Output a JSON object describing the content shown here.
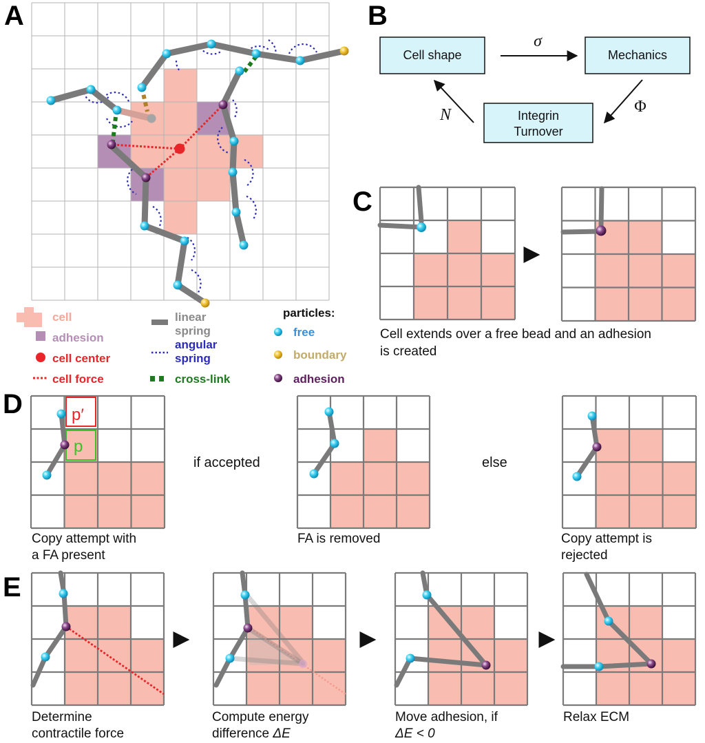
{
  "panels": {
    "A": "A",
    "B": "B",
    "C": "C",
    "D": "D",
    "E": "E"
  },
  "legend": {
    "cell": "cell",
    "adhesion": "adhesion",
    "cell_center": "cell center",
    "cell_force": "cell force",
    "linear_spring_1": "linear",
    "linear_spring_2": "spring",
    "angular_spring_1": "angular",
    "angular_spring_2": "spring",
    "cross_link": "cross-link",
    "particles_title": "particles:",
    "free": "free",
    "boundary": "boundary",
    "adhesion_particle": "adhesion"
  },
  "loop": {
    "cell_shape": "Cell shape",
    "mechanics": "Mechanics",
    "integrin_1": "Integrin",
    "integrin_2": "Turnover",
    "sigma": "σ",
    "phi": "Φ",
    "n": "N"
  },
  "panelC": {
    "caption_1": "Cell extends over a free bead and an adhesion",
    "caption_2": "is created"
  },
  "panelD": {
    "p_prime": "p′",
    "p": "p",
    "if_accepted": "if accepted",
    "else": "else",
    "cap1_1": "Copy attempt with",
    "cap1_2": "a FA present",
    "cap2_1": "FA is removed",
    "cap3_1": "Copy attempt is",
    "cap3_2": "rejected"
  },
  "panelE": {
    "cap1_1": "Determine",
    "cap1_2": "contractile force",
    "cap2_1": "Compute energy",
    "cap2_2": "difference ",
    "cap2_3": "ΔE",
    "cap3_1": "Move adhesion, if",
    "cap3_2": "ΔE < 0",
    "cap4_1": "Relax ECM"
  },
  "colors": {
    "cell": "#f9bcb0",
    "adhesion_site": "#b48eb4",
    "fiber": "#7a7a7a",
    "angular": "#2b2bb8",
    "crosslink": "#1e7a1e",
    "force": "#e8262a",
    "free_bead": "#29c5ee",
    "boundary_bead": "#f1c232",
    "adhesion_bead": "#5e2a5e",
    "box_fill": "#d8f4fb"
  }
}
